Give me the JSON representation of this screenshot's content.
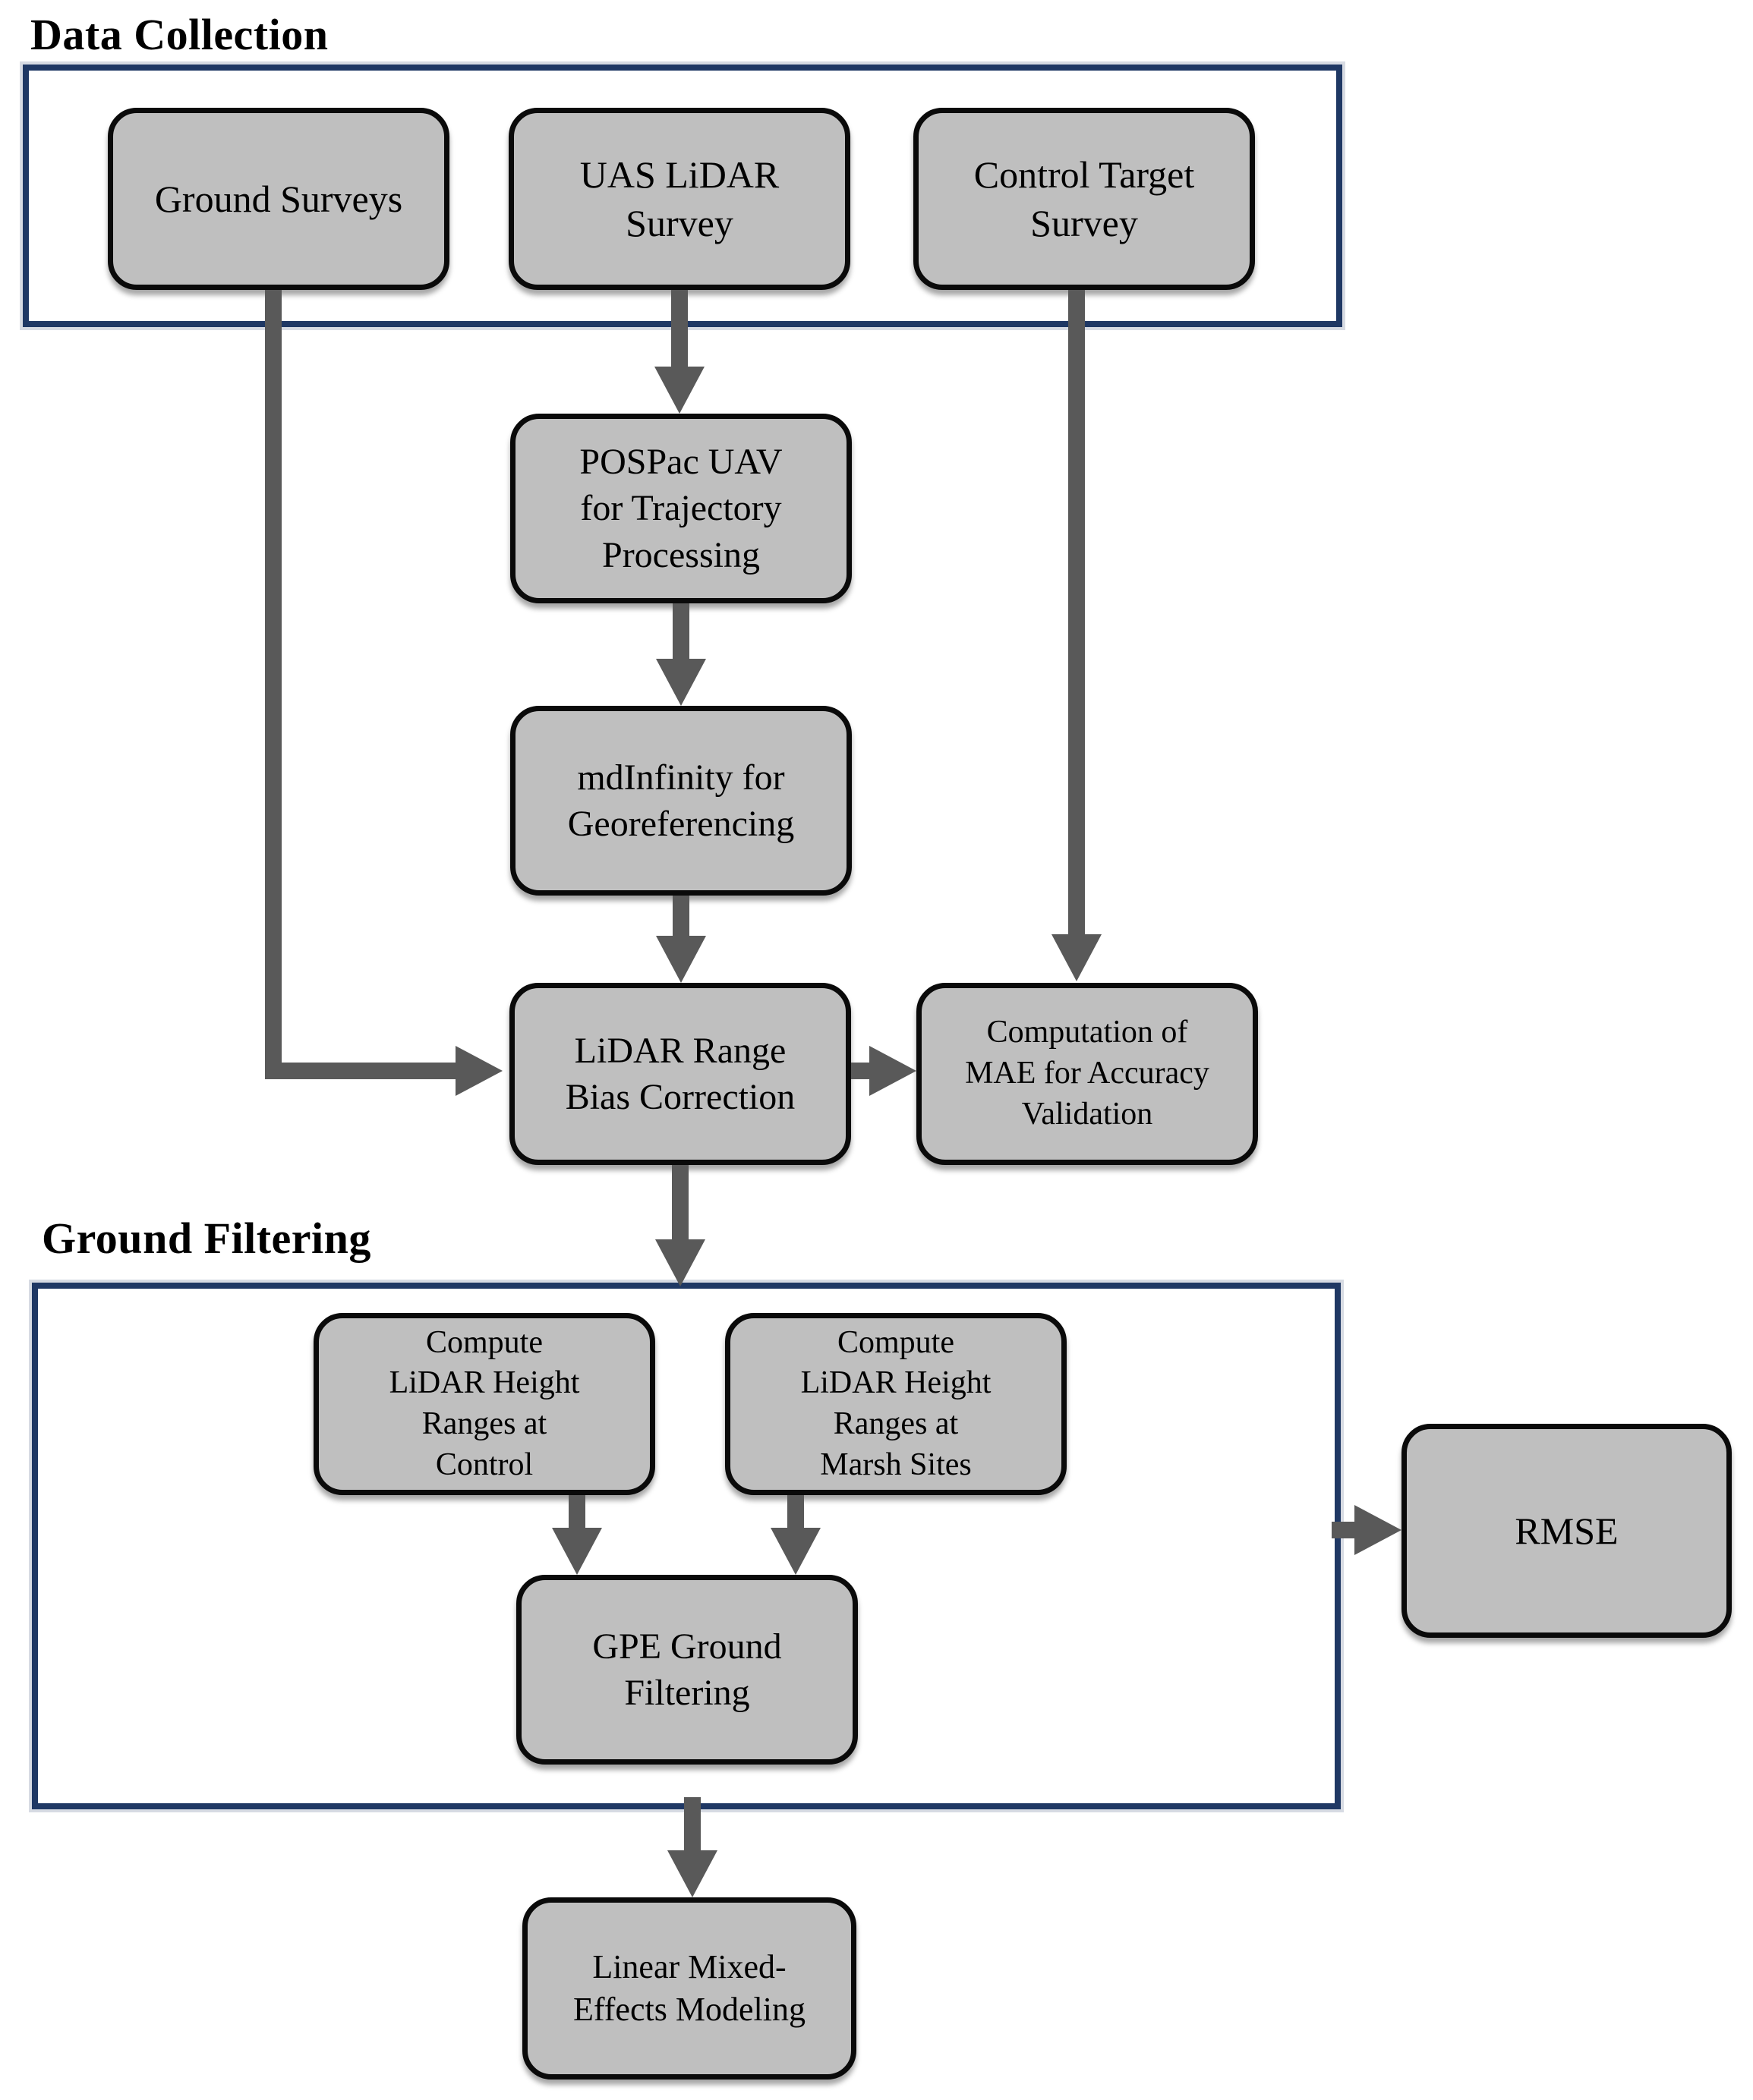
{
  "sections": {
    "data_collection": {
      "title": "Data Collection"
    },
    "ground_filtering": {
      "title": "Ground Filtering"
    }
  },
  "nodes": {
    "ground_surveys": "Ground Surveys",
    "uas_lidar_survey": "UAS LiDAR\nSurvey",
    "control_target_survey": "Control Target\nSurvey",
    "pospac_uav": "POSPac UAV\nfor Trajectory\nProcessing",
    "mdinfinity": "mdInfinity for\nGeoreferencing",
    "lidar_range_bias": "LiDAR Range\nBias Correction",
    "mae_computation": "Computation of\nMAE for Accuracy\nValidation",
    "compute_control": "Compute\nLiDAR Height\nRanges at\nControl",
    "compute_marsh": "Compute\nLiDAR Height\nRanges at\nMarsh Sites",
    "gpe_ground_filtering": "GPE Ground\nFiltering",
    "rmse": "RMSE",
    "linear_mixed_effects": "Linear Mixed-\nEffects Modeling"
  },
  "edges": [
    {
      "from": "UAS LiDAR Survey",
      "to": "POSPac UAV for Trajectory Processing"
    },
    {
      "from": "POSPac UAV for Trajectory Processing",
      "to": "mdInfinity for Georeferencing"
    },
    {
      "from": "mdInfinity for Georeferencing",
      "to": "LiDAR Range Bias Correction"
    },
    {
      "from": "Ground Surveys",
      "to": "LiDAR Range Bias Correction"
    },
    {
      "from": "Control Target Survey",
      "to": "Computation of MAE for Accuracy Validation"
    },
    {
      "from": "LiDAR Range Bias Correction",
      "to": "Computation of MAE for Accuracy Validation"
    },
    {
      "from": "LiDAR Range Bias Correction",
      "to": "Ground Filtering"
    },
    {
      "from": "Compute LiDAR Height Ranges at Control",
      "to": "GPE Ground Filtering"
    },
    {
      "from": "Compute LiDAR Height Ranges at Marsh Sites",
      "to": "GPE Ground Filtering"
    },
    {
      "from": "Ground Filtering",
      "to": "RMSE"
    },
    {
      "from": "Ground Filtering",
      "to": "Linear Mixed-Effects Modeling"
    }
  ],
  "colors": {
    "node_fill": "#bfbfbf",
    "node_border": "#000000",
    "arrow": "#595959",
    "container_border": "#1f3864",
    "text": "#000000",
    "background": "#ffffff"
  }
}
